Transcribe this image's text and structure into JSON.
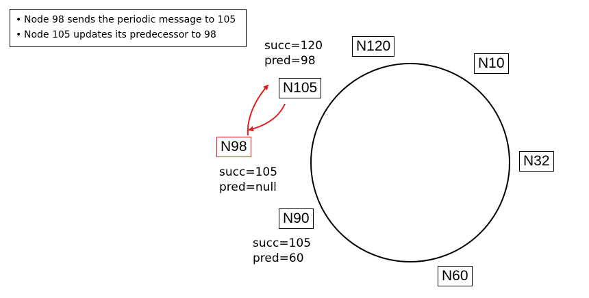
{
  "notes": [
    "Node 98 sends the periodic message to 105",
    "Node 105 updates its predecessor to 98"
  ],
  "bullet": "•",
  "nodes": {
    "n120": "N120",
    "n10": "N10",
    "n32": "N32",
    "n60": "N60",
    "n90": "N90",
    "n105": "N105",
    "n98": "N98"
  },
  "states": {
    "n105": {
      "succ": "succ=120",
      "pred": "pred=98"
    },
    "n98": {
      "succ": "succ=105",
      "pred": "pred=null"
    },
    "n90": {
      "succ": "succ=105",
      "pred": "pred=60"
    }
  },
  "colors": {
    "highlight": "#e02020",
    "ring": "#000000"
  }
}
